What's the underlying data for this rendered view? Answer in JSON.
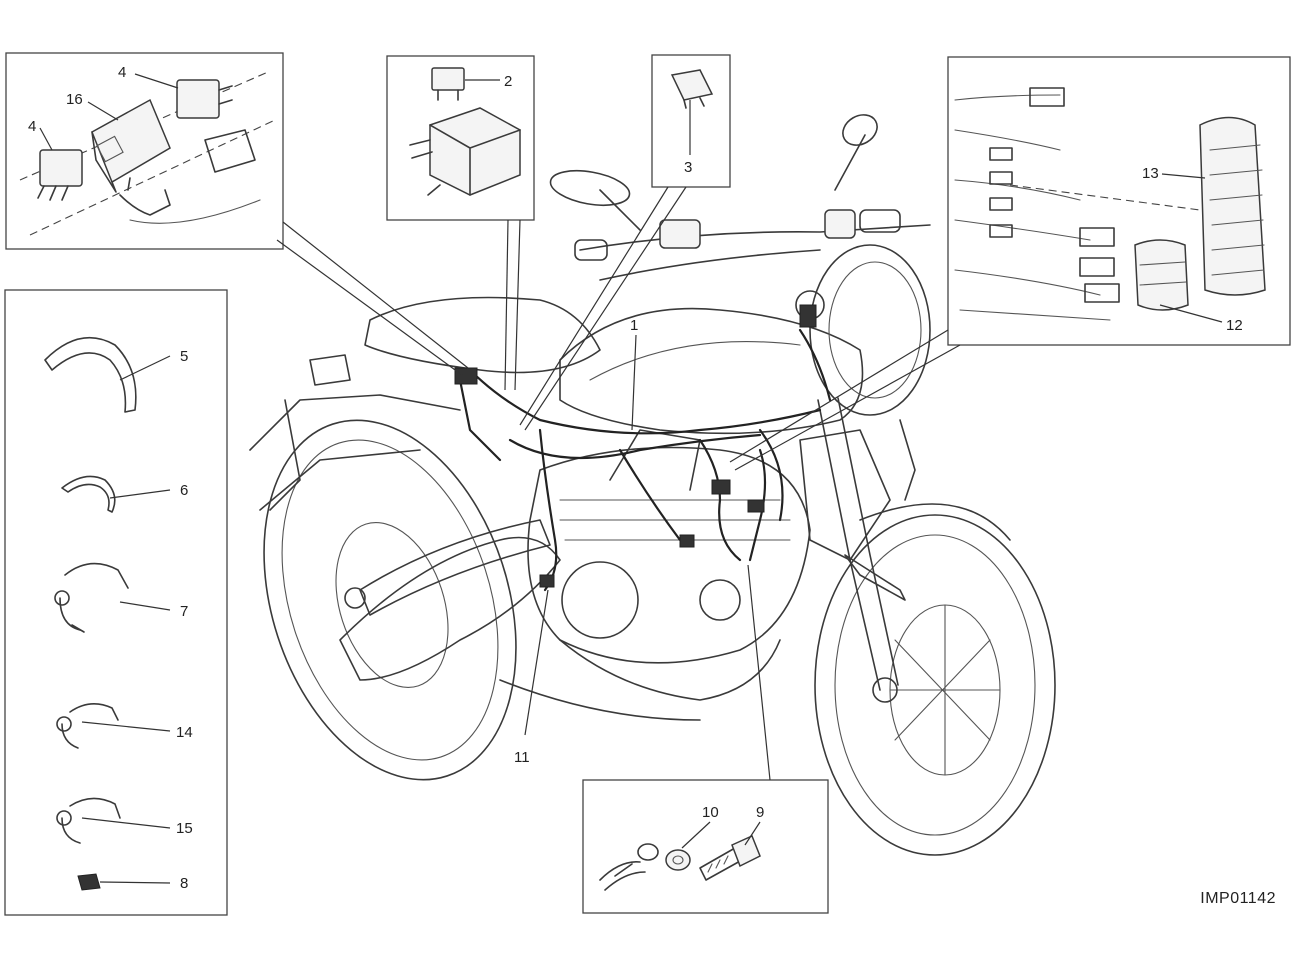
{
  "reference_code": "IMP01142",
  "callouts": {
    "c1": "1",
    "c2": "2",
    "c3": "3",
    "c4a": "4",
    "c4b": "4",
    "c5": "5",
    "c6": "6",
    "c7": "7",
    "c8": "8",
    "c9": "9",
    "c10": "10",
    "c11": "11",
    "c12": "12",
    "c13": "13",
    "c14": "14",
    "c15": "15",
    "c16": "16"
  }
}
